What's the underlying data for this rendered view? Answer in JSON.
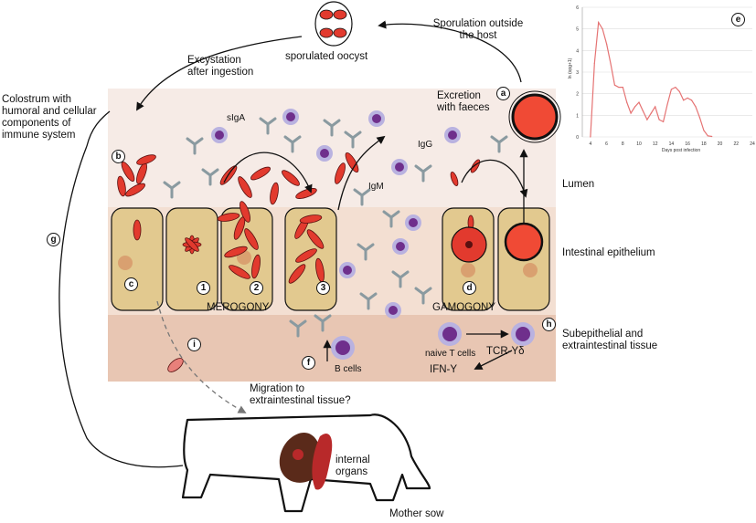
{
  "labels": {
    "sporulation": "Sporulation outside\nthe host",
    "sporulated_oocyst": "sporulated oocyst",
    "excystation": "Excystation\nafter ingestion",
    "colostrum": "Colostrum with\nhumoral and cellular\ncomponents of\nimmune system",
    "excretion": "Excretion\nwith faeces",
    "siga": "sIgA",
    "igg": "IgG",
    "igm": "IgM",
    "lumen": "Lumen",
    "intestinal_epithelium": "Intestinal epithelium",
    "subepithelial": "Subepithelial and\nextraintestinal tissue",
    "merogony": "MEROGONY",
    "gamogony": "GAMOGONY",
    "naive_t_cells": "naive T cells",
    "b_cells": "B cells",
    "tcr": "TCR-Yδ",
    "ifn": "IFN-Y",
    "migration": "Migration to\nextraintestinal tissue?",
    "internal_organs": "internal\norgans",
    "mother_sow": "Mother sow"
  },
  "badges": {
    "a": "a",
    "b": "b",
    "c": "c",
    "d": "d",
    "e": "e",
    "f": "f",
    "g": "g",
    "h": "h",
    "i": "i",
    "stage1": "1",
    "stage2": "2",
    "stage3": "3"
  },
  "colors": {
    "lumen_bg": "#f6ebe6",
    "epithelium_bg": "#f3dfd2",
    "subepithelial_bg": "#e8c6b3",
    "cell_fill": "#e2c98f",
    "parasite": "#e23a2e",
    "oocyst": "#f04a35",
    "antibody": "#8a9aa0",
    "immune_cell_outer": "#b9b2e0",
    "immune_cell_inner": "#6f2f8c",
    "chart_line": "#e57373",
    "organ_dark": "#5a2a1a",
    "organ_red": "#b8292a"
  },
  "chart_data": {
    "type": "line",
    "title": "",
    "xlabel": "Days post infection",
    "ylabel": "ln (opg+1)",
    "xlim": [
      3,
      24
    ],
    "ylim": [
      0,
      6
    ],
    "xticks": [
      4,
      6,
      8,
      10,
      12,
      14,
      16,
      18,
      20,
      22,
      24
    ],
    "yticks": [
      0,
      1,
      2,
      3,
      4,
      5,
      6
    ],
    "x": [
      4,
      4.5,
      5,
      5.5,
      6,
      6.5,
      7,
      7.5,
      8,
      8.5,
      9,
      9.5,
      10,
      10.5,
      11,
      11.5,
      12,
      12.5,
      13,
      13.5,
      14,
      14.5,
      15,
      15.5,
      16,
      16.5,
      17,
      17.5,
      18,
      18.5,
      19
    ],
    "y": [
      0,
      3.4,
      5.3,
      5.0,
      4.3,
      3.4,
      2.4,
      2.3,
      2.3,
      1.6,
      1.1,
      1.4,
      1.6,
      1.2,
      0.8,
      1.1,
      1.4,
      0.8,
      0.7,
      1.5,
      2.2,
      2.3,
      2.1,
      1.7,
      1.8,
      1.7,
      1.4,
      0.9,
      0.3,
      0.05,
      0.02
    ],
    "grid": true
  }
}
